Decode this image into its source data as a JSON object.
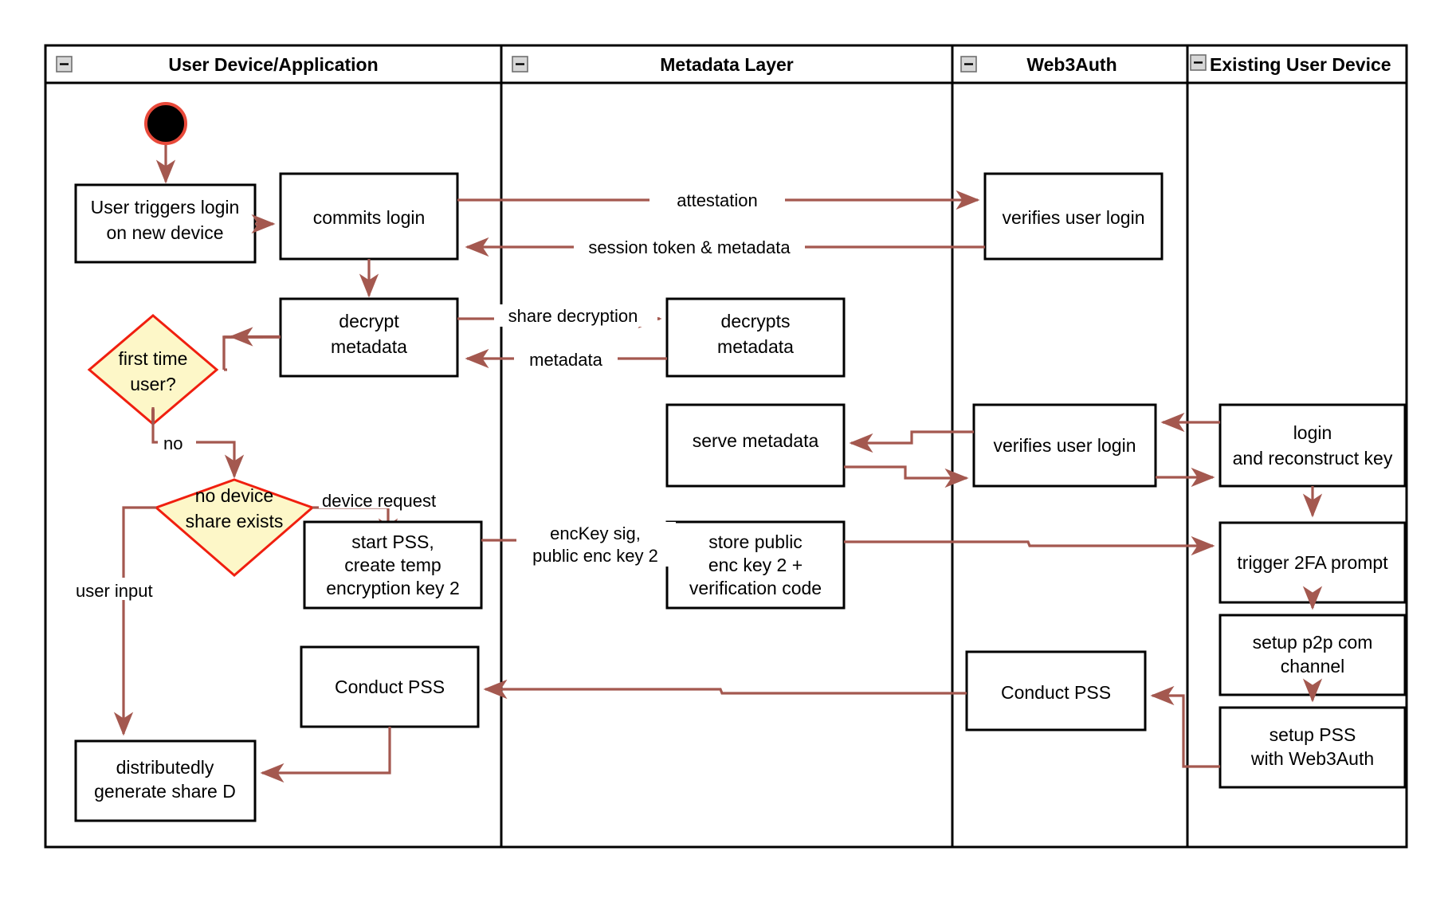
{
  "diagram": {
    "kind": "uml-activity-swimlane",
    "colors": {
      "lane_border": "#000000",
      "activity_border": "#000000",
      "activity_fill": "#ffffff",
      "decision_fill": "#fdf7c8",
      "decision_border": "#f01f0f",
      "flow_arrow": "#a4584f",
      "start_node_fill": "#000000",
      "start_node_border": "#e8493a",
      "canvas": "#ffffff"
    },
    "lanes": [
      {
        "id": "user-device",
        "title": "User Device/Application",
        "collapse_icon": "minus-icon"
      },
      {
        "id": "metadata-layer",
        "title": "Metadata Layer",
        "collapse_icon": "minus-icon"
      },
      {
        "id": "web3auth",
        "title": "Web3Auth",
        "collapse_icon": "minus-icon"
      },
      {
        "id": "existing-user-device",
        "title": "Existing User Device",
        "collapse_icon": "minus-icon"
      }
    ],
    "start_node": {
      "name": "initial-node",
      "lane": "user-device"
    },
    "activities": [
      {
        "id": "a1",
        "lane": "user-device",
        "lines": [
          "User triggers login",
          "on new device"
        ]
      },
      {
        "id": "a2",
        "lane": "user-device",
        "lines": [
          "commits login"
        ]
      },
      {
        "id": "a3",
        "lane": "web3auth",
        "lines": [
          "verifies user login"
        ]
      },
      {
        "id": "a4",
        "lane": "user-device",
        "lines": [
          "decrypt",
          "metadata"
        ]
      },
      {
        "id": "a5",
        "lane": "metadata-layer",
        "lines": [
          "decrypts",
          "metadata"
        ]
      },
      {
        "id": "a6",
        "lane": "metadata-layer",
        "lines": [
          "serve metadata"
        ]
      },
      {
        "id": "a7",
        "lane": "web3auth",
        "lines": [
          "verifies user login"
        ]
      },
      {
        "id": "a8",
        "lane": "existing-user-device",
        "lines": [
          "login",
          "and reconstruct key"
        ]
      },
      {
        "id": "a9",
        "lane": "user-device",
        "lines": [
          "start PSS,",
          "create temp",
          "encryption key 2"
        ]
      },
      {
        "id": "a10",
        "lane": "metadata-layer",
        "lines": [
          "store public",
          "enc key 2 +",
          "verification code"
        ]
      },
      {
        "id": "a11",
        "lane": "existing-user-device",
        "lines": [
          "trigger 2FA prompt"
        ]
      },
      {
        "id": "a12",
        "lane": "existing-user-device",
        "lines": [
          "setup p2p com",
          "channel"
        ]
      },
      {
        "id": "a13",
        "lane": "user-device",
        "lines": [
          "Conduct PSS"
        ]
      },
      {
        "id": "a14",
        "lane": "web3auth",
        "lines": [
          "Conduct PSS"
        ]
      },
      {
        "id": "a15",
        "lane": "existing-user-device",
        "lines": [
          "setup PSS",
          "with Web3Auth"
        ]
      },
      {
        "id": "a16",
        "lane": "user-device",
        "lines": [
          "distributedly",
          "generate share D"
        ]
      }
    ],
    "decisions": [
      {
        "id": "d1",
        "lane": "user-device",
        "lines": [
          "first time",
          "user?"
        ]
      },
      {
        "id": "d2",
        "lane": "user-device",
        "lines": [
          "no device",
          "share exists"
        ]
      }
    ],
    "edge_labels": [
      {
        "id": "e-attestation",
        "text": "attestation"
      },
      {
        "id": "e-session-token",
        "text": "session token & metadata"
      },
      {
        "id": "e-share-decryption",
        "text": "share decryption"
      },
      {
        "id": "e-metadata",
        "text": "metadata"
      },
      {
        "id": "e-no",
        "text": "no"
      },
      {
        "id": "e-device-request",
        "text": "device request"
      },
      {
        "id": "e-user-input",
        "text": "user input"
      },
      {
        "id": "e-enckey-line1",
        "text": "encKey sig,"
      },
      {
        "id": "e-enckey-line2",
        "text": "public enc key 2"
      }
    ]
  }
}
